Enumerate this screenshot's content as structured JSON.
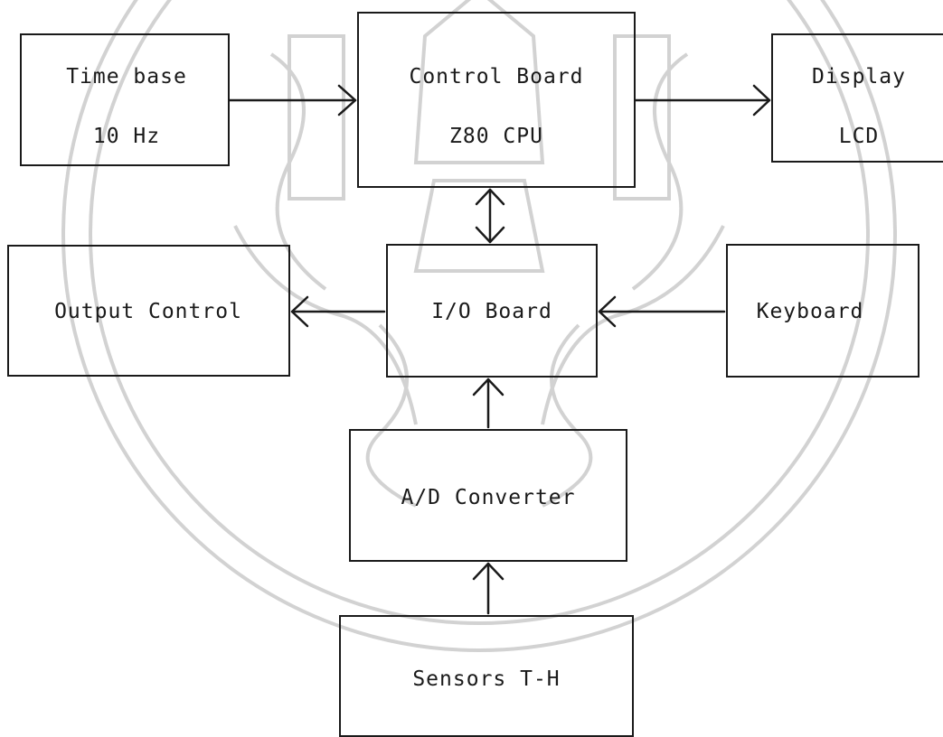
{
  "blocks": {
    "time_base": {
      "line1": "Time base",
      "line2": "10 Hz"
    },
    "control_board": {
      "line1": "Control Board",
      "line2": "Z80 CPU"
    },
    "display": {
      "line1": "Display",
      "line2": "LCD"
    },
    "output_control": {
      "line1": "Output Control"
    },
    "io_board": {
      "line1": "I/O Board"
    },
    "keyboard": {
      "line1": "Keyboard"
    },
    "ad_converter": {
      "line1": "A/D Converter"
    },
    "sensors": {
      "line1": "Sensors T-H"
    }
  },
  "colors": {
    "ink": "#1a1a1a",
    "watermark": "#cfcfcf"
  }
}
